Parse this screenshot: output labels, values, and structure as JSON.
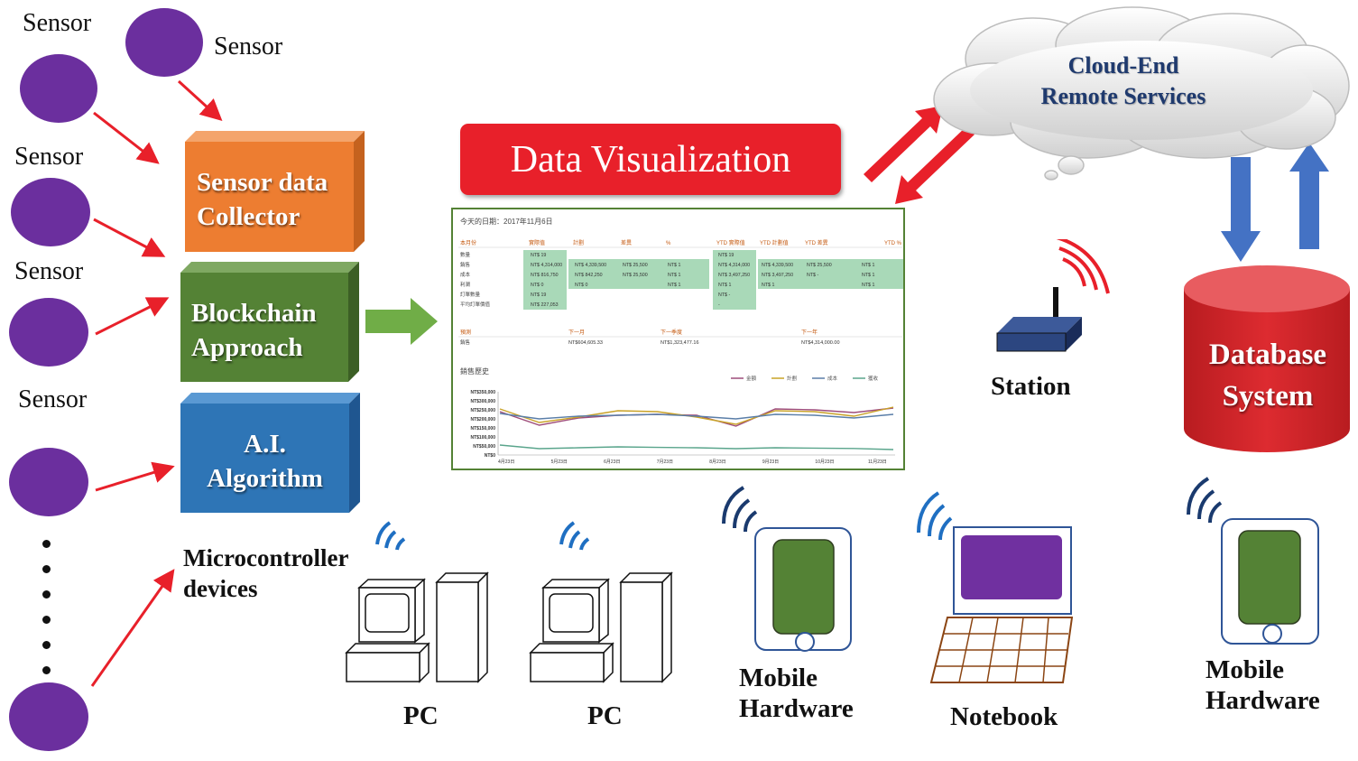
{
  "sensors": {
    "labels": [
      "Sensor",
      "Sensor",
      "Sensor",
      "Sensor",
      "Sensor"
    ]
  },
  "boxes": {
    "collector": [
      "Sensor data",
      "Collector"
    ],
    "blockchain": [
      "Blockchain",
      "Approach"
    ],
    "ai": [
      "A.I.",
      "Algorithm"
    ]
  },
  "microcontroller": [
    "Microcontroller",
    "devices"
  ],
  "visualization": {
    "title": "Data Visualization",
    "dashboard": {
      "date_line": "今天的日期：2017年11月6日",
      "header": [
        "本月份",
        "實際值",
        "計劃",
        "差異",
        "%",
        "YTD 實際值",
        "YTD 計劃值",
        "YTD 差異",
        "YTD %"
      ],
      "row_labels": [
        "數量",
        "銷售",
        "成本",
        "利潤",
        "訂單數量",
        "平均訂單價值"
      ],
      "rows": [
        [
          "NT$ 19",
          "",
          "",
          "",
          "NT$ 19",
          "",
          "",
          ""
        ],
        [
          "NT$ 4,314,000",
          "NT$ 4,339,500",
          "NT$ 25,500",
          "NT$ 1",
          "NT$ 4,314,000",
          "NT$ 4,339,500",
          "NT$ 25,500",
          "NT$ 1"
        ],
        [
          "NT$ 816,750",
          "NT$ 842,250",
          "NT$ 25,500",
          "NT$ 1",
          "NT$ 3,497,250",
          "NT$ 3,497,250",
          "NT$ -",
          "NT$ 1"
        ],
        [
          "NT$ 0",
          "NT$ 0",
          "",
          "NT$ 1",
          "NT$ 1",
          "NT$ 1",
          "",
          "NT$ 1"
        ],
        [
          "NT$ 19",
          "",
          "",
          "",
          "NT$ -",
          "",
          "",
          ""
        ],
        [
          "NT$ 227,053",
          "",
          "",
          "",
          "-",
          "",
          "",
          ""
        ]
      ],
      "forecast_header": [
        "預測",
        "下一月",
        "下一季度",
        "下一年"
      ],
      "forecast_label": "銷售",
      "forecast_values": [
        "NT$604,605.33",
        "NT$1,323,477.16",
        "NT$4,314,000.00"
      ],
      "history_title": "銷售歷史",
      "legend": [
        "金額",
        "計劃",
        "成本",
        "獲收"
      ],
      "y_ticks": [
        "NT$350,000",
        "NT$300,000",
        "NT$250,000",
        "NT$200,000",
        "NT$150,000",
        "NT$100,000",
        "NT$50,000",
        "NT$0"
      ],
      "x_ticks": [
        "4月23日",
        "5月23日",
        "6月23日",
        "7月23日",
        "8月23日",
        "9月23日",
        "10月23日",
        "11月23日"
      ]
    }
  },
  "cloud": [
    "Cloud-End",
    "Remote Services"
  ],
  "station": "Station",
  "database": [
    "Database",
    "System"
  ],
  "devices": {
    "pc1": "PC",
    "pc2": "PC",
    "mobile1": [
      "Mobile",
      "Hardware"
    ],
    "notebook": "Notebook",
    "mobile2": [
      "Mobile",
      "Hardware"
    ]
  },
  "colors": {
    "sensor": "#6b2f9e",
    "collector": "#ed7d31",
    "blockchain": "#548235",
    "ai": "#2e75b6",
    "red_arrow": "#e8202a",
    "green_arrow": "#70ad47",
    "blue_arrow": "#4472c4",
    "viz_banner": "#e8202a",
    "database": "#d9262b",
    "cloud_text": "#1f3a6e",
    "wifi": "#1f4e96",
    "station_wifi": "#e8202a"
  },
  "chart_data": {
    "type": "line",
    "title": "銷售歷史",
    "categories": [
      "4月23日",
      "5月23日",
      "6月23日",
      "7月23日",
      "8月23日",
      "9月23日",
      "10月23日",
      "11月23日"
    ],
    "ylim": [
      0,
      350000
    ],
    "series": [
      {
        "name": "金額",
        "values": [
          240000,
          165000,
          205000,
          220000,
          225000,
          220000,
          160000,
          255000,
          250000,
          235000,
          260000
        ]
      },
      {
        "name": "計劃",
        "values": [
          255000,
          180000,
          210000,
          245000,
          240000,
          210000,
          170000,
          245000,
          240000,
          215000,
          265000
        ]
      },
      {
        "name": "成本",
        "values": [
          230000,
          200000,
          215000,
          220000,
          225000,
          215000,
          200000,
          225000,
          220000,
          205000,
          225000
        ]
      },
      {
        "name": "獲收",
        "values": [
          55000,
          35000,
          40000,
          45000,
          42000,
          40000,
          35000,
          40000,
          38000,
          36000,
          30000
        ]
      }
    ]
  }
}
